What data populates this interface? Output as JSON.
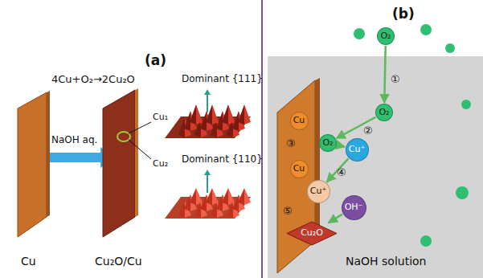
{
  "diagram": {
    "nodes": [
      {
        "text": [
          "O₂"
        ]
      },
      {
        "text": [
          "O₂"
        ]
      },
      {
        "text": [
          "Cu"
        ]
      },
      {
        "text": [
          "O₂"
        ]
      },
      {
        "text": [
          "Cu⁺"
        ]
      },
      {
        "text": [
          "Cu"
        ]
      },
      {
        "text": [
          "Cu⁺"
        ]
      },
      {
        "text": [
          "OH⁻"
        ]
      },
      {
        "text": [
          "Cu₂O"
        ]
      }
    ],
    "edges": [
      {
        "from": 0,
        "to": 1,
        "arrow": "to"
      },
      {
        "from": 1,
        "to": 3,
        "arrow": "to"
      },
      {
        "from": 3,
        "to": 4,
        "arrow": "to"
      },
      {
        "from": 4,
        "to": 6,
        "arrow": "to"
      },
      {
        "from": 7,
        "to": 8,
        "arrow": "to"
      }
    ],
    "labels": [
      "(a)",
      "4Cu+O₂→2Cu₂O",
      "NaOH aq.",
      "Cu",
      "Cu₂O/Cu",
      "Cu₁",
      "Cu₂",
      "Dominant {111}",
      "Dominant {110}",
      "(b)",
      "①",
      "②",
      "③",
      "④",
      "⑤",
      "NaOH solution"
    ]
  }
}
